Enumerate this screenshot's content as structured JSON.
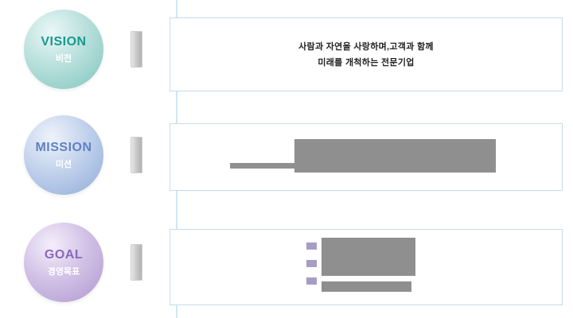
{
  "diagram": {
    "rows": [
      {
        "id": "vision",
        "circle_label": "VISION",
        "circle_sublabel": "비전",
        "box_lines": [
          "사람과 자연을 사랑하며,고객과 함께",
          "미래를 개척하는 전문기업"
        ]
      },
      {
        "id": "mission",
        "circle_label": "MISSION",
        "circle_sublabel": "미션",
        "box_lines": []
      },
      {
        "id": "goal",
        "circle_label": "GOAL",
        "circle_sublabel": "경영목표",
        "box_lines": []
      }
    ],
    "colors": {
      "vision_circle": "#8fccc7",
      "vision_text": "#19988f",
      "mission_circle": "#9db6de",
      "mission_text": "#5f82c2",
      "goal_circle": "#b9a3d6",
      "goal_text": "#8a68bd",
      "panel_border": "#c3ddeb",
      "connector_line": "#d3e6f0",
      "placeholder_block": "#8f8f8f",
      "goal_bullet": "#a79dc4"
    }
  }
}
